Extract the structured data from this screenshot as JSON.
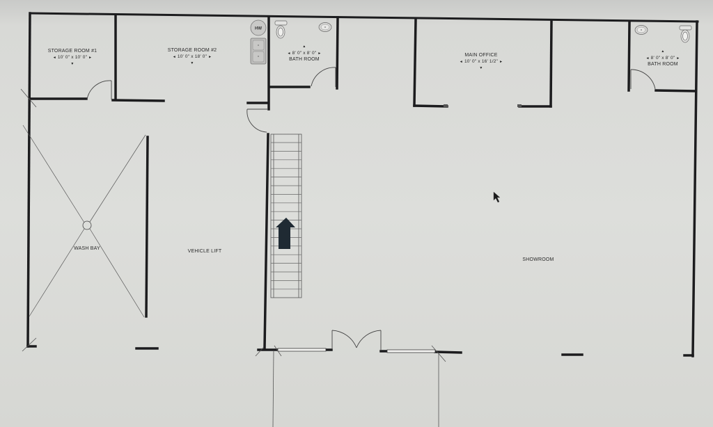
{
  "plan": {
    "type": "floor-plan",
    "background_color": "#dcddda",
    "wall_color": "#1c1c1e"
  },
  "rooms": {
    "storage1": {
      "name": "STORAGE ROOM #1",
      "dimensions": "10' 0\" x 10' 0\""
    },
    "storage2": {
      "name": "STORAGE ROOM #2",
      "dimensions": "10' 0\" x 18' 0\""
    },
    "bath1": {
      "name": "BATH ROOM",
      "dimensions": "8' 0\" x 8' 0\""
    },
    "office": {
      "name": "MAIN OFFICE",
      "dimensions": "10' 0\" x 16' 1/2\""
    },
    "bath2": {
      "name": "BATH ROOM",
      "dimensions": "8' 0\" x 8' 0\""
    },
    "washbay": {
      "name": "WASH BAY"
    },
    "lift": {
      "name": "VEHICLE LIFT"
    },
    "showroom": {
      "name": "SHOWROOM"
    }
  },
  "fixtures": {
    "water_heater": "HW",
    "icons": [
      "toilet-icon",
      "sink-icon",
      "double-sink-icon",
      "water-heater-icon",
      "stair-arrow-icon",
      "floor-drain-icon"
    ]
  },
  "arrows": {
    "left": "◄",
    "right": "►",
    "up": "▲",
    "down": "▼"
  }
}
